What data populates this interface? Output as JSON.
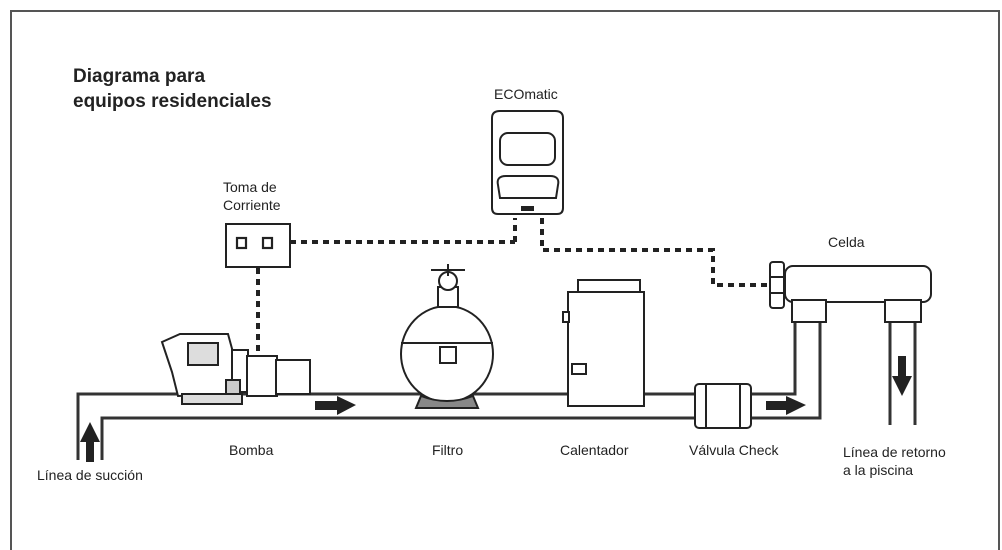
{
  "title": {
    "line1": "Diagrama para",
    "line2": "equipos residenciales"
  },
  "labels": {
    "ecomatic": "ECOmatic",
    "outlet_line1": "Toma de",
    "outlet_line2": "Corriente",
    "cell": "Celda",
    "pump": "Bomba",
    "filter": "Filtro",
    "heater": "Calentador",
    "check_valve": "Válvula Check",
    "suction": "Línea de succión",
    "return_line1": "Línea de retorno",
    "return_line2": "a la piscina"
  },
  "colors": {
    "line": "#333333",
    "body": "#ffffff",
    "shade": "#8a8a8a",
    "dark": "#222222"
  }
}
